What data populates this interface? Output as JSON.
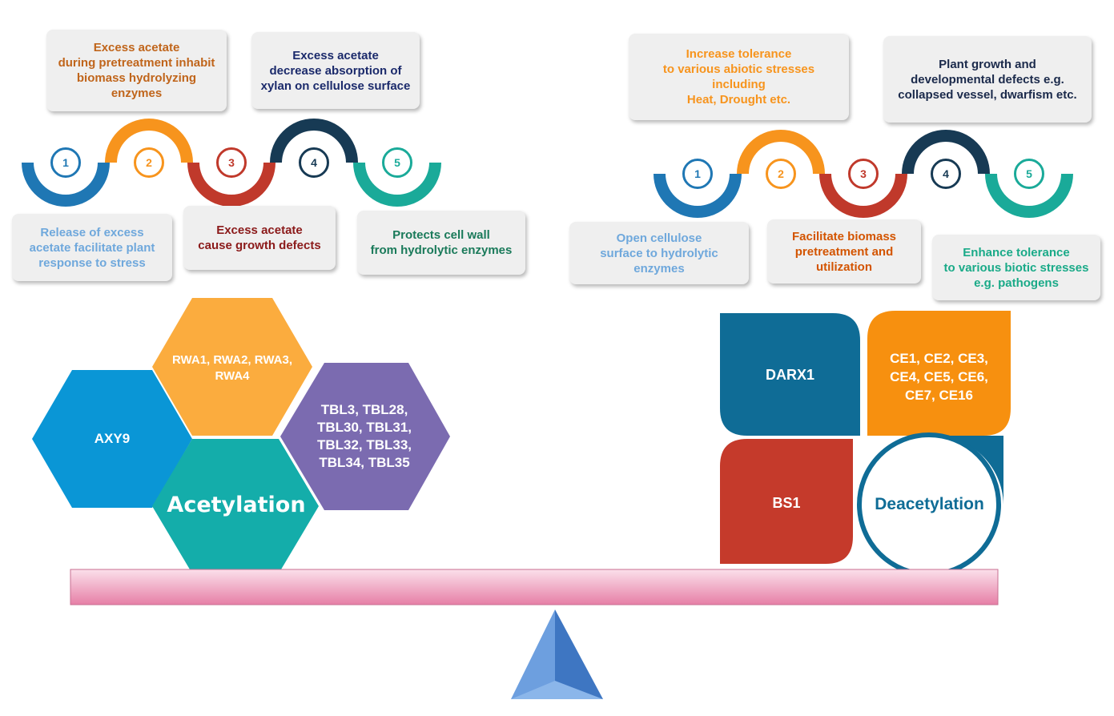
{
  "colors": {
    "blue": "#1f77b4",
    "orange": "#f7941d",
    "red": "#c0392b",
    "navy": "#173a54",
    "teal": "#1aaa99",
    "beam": "#f2a7c3",
    "fulcrum": "#5b8ed6"
  },
  "left_panel": {
    "numbers": [
      "1",
      "2",
      "3",
      "4",
      "5"
    ],
    "boxes": [
      {
        "text": "Excess acetate\nduring pretreatment inhabit\nbiomass hydrolyzing\nenzymes",
        "color": "#c0651b"
      },
      {
        "text": "Excess acetate\ndecrease absorption of\nxylan on cellulose surface",
        "color": "#1b2a6b"
      },
      {
        "text": "Release of excess\nacetate facilitate plant\nresponse to stress",
        "color": "#6fa8dc"
      },
      {
        "text": "Excess acetate\ncause growth defects",
        "color": "#8b1a1a"
      },
      {
        "text": "Protects cell wall\nfrom hydrolytic enzymes",
        "color": "#1a7a5a"
      }
    ]
  },
  "right_panel": {
    "numbers": [
      "1",
      "2",
      "3",
      "4",
      "5"
    ],
    "boxes": [
      {
        "text": "Increase tolerance\nto various abiotic stresses including\nHeat, Drought etc.",
        "color": "#f7941d"
      },
      {
        "text": "Plant growth and\ndevelopmental defects e.g.\ncollapsed vessel, dwarfism etc.",
        "color": "#1b2a4b"
      },
      {
        "text": "Open cellulose\nsurface to hydrolytic\nenzymes",
        "color": "#6fa8dc"
      },
      {
        "text": "Facilitate biomass\npretreatment and\nutilization",
        "color": "#d35400"
      },
      {
        "text": "Enhance tolerance\nto various biotic stresses\ne.g. pathogens",
        "color": "#1aaa88"
      }
    ]
  },
  "acetylation": {
    "center_label": "Acetylation",
    "hexagons": [
      {
        "label": "AXY9",
        "color": "#0a96d6"
      },
      {
        "label": "RWA1, RWA2, RWA3,\nRWA4",
        "color": "#fbac3e"
      },
      {
        "label": "TBL3, TBL28,\nTBL30, TBL31,\nTBL32, TBL33,\nTBL34, TBL35",
        "color": "#7b6bb0"
      },
      {
        "label": "Acetylation",
        "color": "#14adaa"
      }
    ]
  },
  "deacetylation": {
    "center_label": "Deacetylation",
    "blocks": [
      {
        "label": "DARX1",
        "color": "#0f6c96"
      },
      {
        "label": "CE1, CE2, CE3,\nCE4, CE5, CE6,\nCE7, CE16",
        "color": "#f7900f"
      },
      {
        "label": "BS1",
        "color": "#c53a2b"
      }
    ]
  }
}
